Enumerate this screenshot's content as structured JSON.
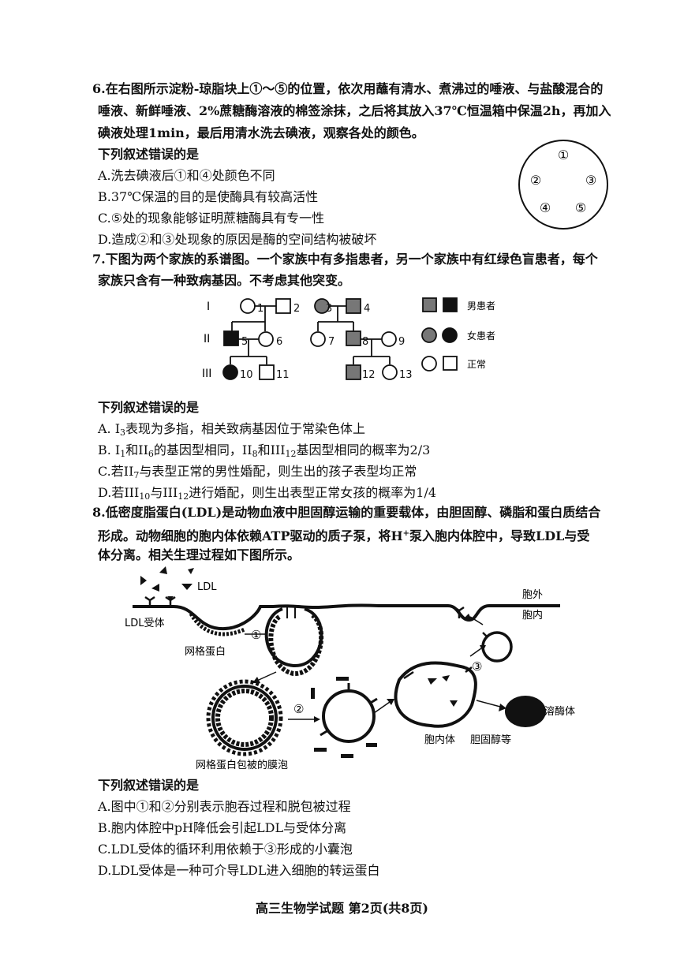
{
  "q6": {
    "lines": [
      "6.在右图所示淀粉-琼脂块上①～⑤的位置，依次用蘸有清水、煮沸过的唾液、与盐酸混合的",
      "唾液、新鲜唾液、2%蔗糖酶溶液的棉签涂抹，之后将其放入37℃恒温箱中保温2h，再加入",
      "碘液处理1min，最后用清水洗去碘液，观察各处的颜色。"
    ],
    "prompt": "下列叙述错误的是",
    "options": [
      "A.洗去碘液后①和④处颜色不同",
      "B.37℃保温的目的是使酶具有较高活性",
      "C.⑤处的现象能够证明蔗糖酶具有专一性",
      "D.造成②和③处现象的原因是酶的空间结构被破坏"
    ],
    "spots": [
      "①",
      "②",
      "③",
      "④",
      "⑤"
    ]
  },
  "q7": {
    "lines": [
      "7.下图为两个家族的系谱图。一个家族中有多指患者，另一个家族中有红绿色盲患者，每个",
      "家族只含有一种致病基因。不考虑其他突变。"
    ],
    "pedigree": {
      "generations": [
        "I",
        "II",
        "III"
      ],
      "numbers": [
        "1",
        "2",
        "3",
        "4",
        "5",
        "6",
        "7",
        "8",
        "9",
        "10",
        "11",
        "12",
        "13"
      ],
      "legend": [
        "男患者",
        "女患者",
        "正常"
      ]
    },
    "prompt": "下列叙述错误的是",
    "options": {
      "a": {
        "pre": "A. I",
        "s1": "3",
        "post": "表现为多指，相关致病基因位于常染色体上"
      },
      "b": {
        "pre": "B. I",
        "s1": "1",
        "mid1": "和II",
        "s2": "6",
        "mid2": "的基因型相同，II",
        "s3": "8",
        "mid3": "和III",
        "s4": "12",
        "post": "基因型相同的概率为2/3"
      },
      "c": {
        "pre": "C.若II",
        "s1": "7",
        "post": "与表型正常的男性婚配，则生出的孩子表型均正常"
      },
      "d": {
        "pre": "D.若III",
        "s1": "10",
        "mid1": "与III",
        "s2": "12",
        "post": "进行婚配，则生出表型正常女孩的概率为1/4"
      }
    }
  },
  "q8": {
    "line1": "8.低密度脂蛋白(LDL)是动物血液中胆固醇运输的重要载体，由胆固醇、磷脂和蛋白质结合",
    "line2_pre": "形成。动物细胞的胞内体依赖ATP驱动的质子泵，将H",
    "line2_sup": "+",
    "line2_post": "泵入胞内体腔中，导致LDL与受",
    "line3": "体分离。相关生理过程如下图所示。",
    "diagram": {
      "ldl": "LDL",
      "outside": "胞外",
      "inside": "胞内",
      "receptor": "LDL受体",
      "clathrin": "网格蛋白",
      "coated_vesicle": "网格蛋白包被的膜泡",
      "endosome": "胞内体",
      "lysosome": "溶酶体",
      "cholesterol": "胆固醇等",
      "steps": [
        "①",
        "②",
        "③"
      ]
    },
    "prompt": "下列叙述错误的是",
    "options": [
      "A.图中①和②分别表示胞吞过程和脱包被过程",
      "B.胞内体腔中pH降低会引起LDL与受体分离",
      "C.LDL受体的循环利用依赖于③形成的小囊泡",
      "D.LDL受体是一种可介导LDL进入细胞的转运蛋白"
    ]
  },
  "footer": "高三生物学试题  第2页(共8页)"
}
